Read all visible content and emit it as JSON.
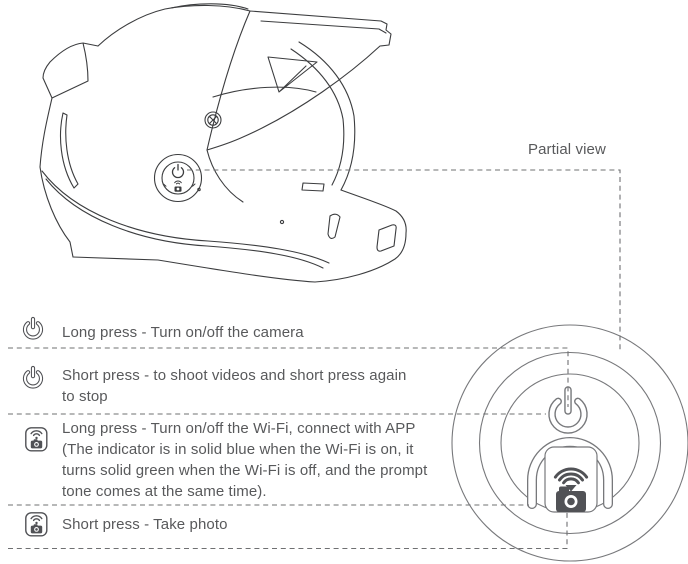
{
  "partial_view": {
    "label": "Partial view"
  },
  "instructions": [
    {
      "icon": "power-icon",
      "lines": [
        "Long press - Turn on/off the camera"
      ]
    },
    {
      "icon": "power-icon",
      "lines": [
        "Short press - to shoot videos and short press again",
        "to stop"
      ]
    },
    {
      "icon": "wifi-camera-icon",
      "lines": [
        "Long press - Turn on/off the Wi-Fi, connect with APP",
        "(The indicator is in solid blue when the Wi-Fi is on, it",
        "turns solid green when the Wi-Fi is off, and the prompt",
        "tone comes at the same time)."
      ]
    },
    {
      "icon": "wifi-camera-icon",
      "lines": [
        "Short press - Take photo"
      ]
    }
  ],
  "colors": {
    "text": "#58595b",
    "helmet_line": "#3c3d3f",
    "detail_line": "#77787b",
    "dash_line": "#6f7072",
    "icon": "#515256"
  }
}
